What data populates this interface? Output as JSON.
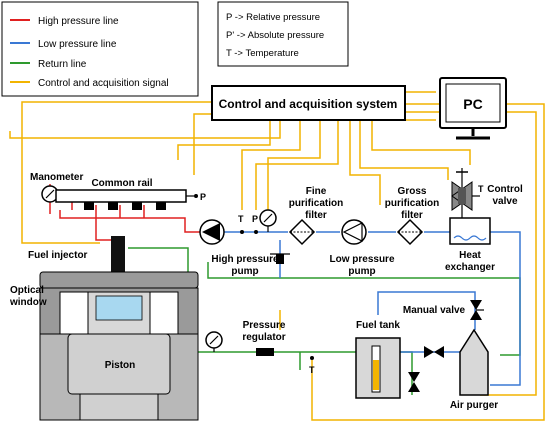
{
  "legend": {
    "items": [
      {
        "label": "High pressure line",
        "color": "#e02020"
      },
      {
        "label": "Low pressure line",
        "color": "#3a78d4"
      },
      {
        "label": "Return line",
        "color": "#2e9a2e"
      },
      {
        "label": "Control and acquisition signal",
        "color": "#f2b400"
      }
    ]
  },
  "notation": {
    "items": [
      "P -> Relative pressure",
      "P' -> Absolute pressure",
      "T -> Temperature"
    ]
  },
  "components": {
    "control_system": "Control and acquisition system",
    "pc": "PC",
    "manometer": "Manometer",
    "common_rail": "Common rail",
    "fuel_injector": "Fuel injector",
    "optical_window_line1": "Optical",
    "optical_window_line2": "window",
    "piston": "Piston",
    "fine_filter_line1": "Fine",
    "fine_filter_line2": "purification",
    "fine_filter_line3": "filter",
    "gross_filter_line1": "Gross",
    "gross_filter_line2": "purification",
    "gross_filter_line3": "filter",
    "control_valve_line1": "Control",
    "control_valve_line2": "valve",
    "heat_exchanger_line1": "Heat",
    "heat_exchanger_line2": "exchanger",
    "high_pressure_pump_line1": "High pressure",
    "high_pressure_pump_line2": "pump",
    "low_pressure_pump_line1": "Low pressure",
    "low_pressure_pump_line2": "pump",
    "pressure_regulator_line1": "Pressure",
    "pressure_regulator_line2": "regulator",
    "fuel_tank": "Fuel tank",
    "manual_valve": "Manual valve",
    "air_purger": "Air purger"
  },
  "sensor_tags": {
    "p": "P",
    "t": "T"
  },
  "colors": {
    "high_pressure": "#e02020",
    "low_pressure": "#3a78d4",
    "return": "#2e9a2e",
    "signal": "#f2b400"
  }
}
